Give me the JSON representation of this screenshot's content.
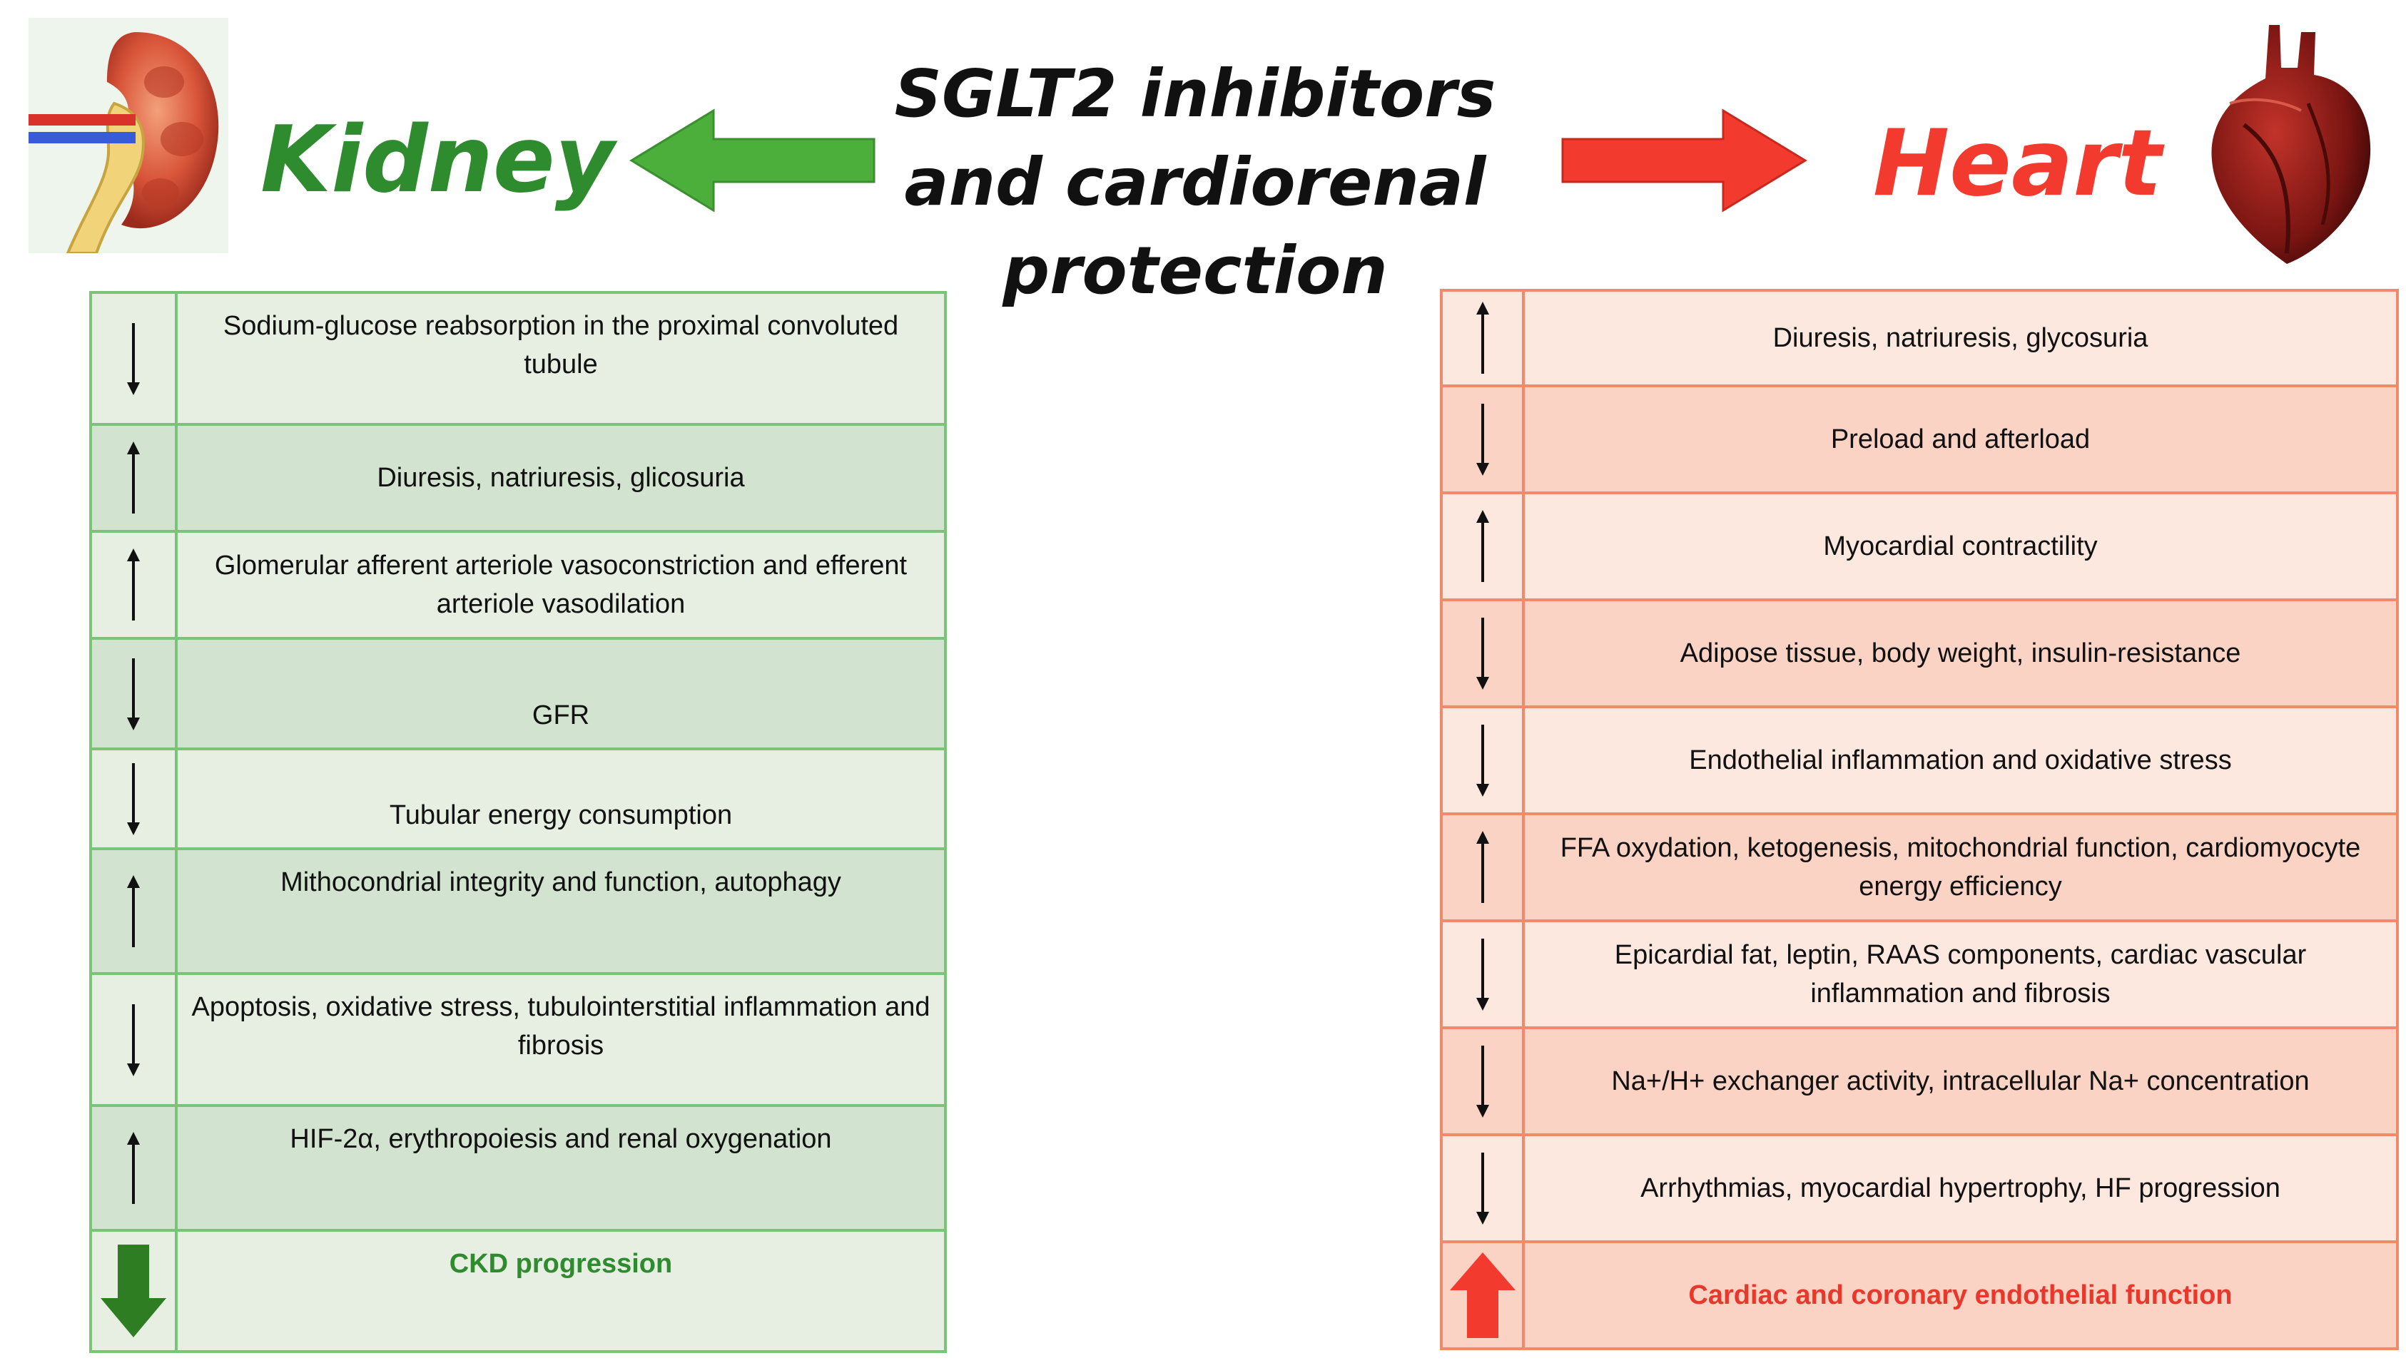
{
  "title": {
    "line1": "SGLT2 inhibitors",
    "line2": "and cardiorenal",
    "line3": "protection"
  },
  "kidney": {
    "label": "Kidney",
    "color": "#2e8b2e",
    "rows": [
      {
        "direction": "down",
        "text": "Sodium-glucose reabsorption in the proximal convoluted tubule"
      },
      {
        "direction": "up",
        "text": "Diuresis, natriuresis, glicosuria"
      },
      {
        "direction": "up",
        "text": "Glomerular afferent arteriole vasoconstriction and efferent arteriole vasodilation"
      },
      {
        "direction": "down",
        "text": "GFR"
      },
      {
        "direction": "down",
        "text": "Tubular energy consumption"
      },
      {
        "direction": "up",
        "text": "Mithocondrial integrity and function, autophagy"
      },
      {
        "direction": "down",
        "text": "Apoptosis, oxidative stress, tubulointerstitial inflammation and fibrosis"
      },
      {
        "direction": "up",
        "text": "HIF-2α, erythropoiesis and renal oxygenation"
      },
      {
        "direction": "down",
        "text": "CKD progression",
        "emphasis": true
      }
    ]
  },
  "heart": {
    "label": "Heart",
    "color": "#f23b2e",
    "rows": [
      {
        "direction": "up",
        "text": "Diuresis, natriuresis, glycosuria"
      },
      {
        "direction": "down",
        "text": "Preload and afterload"
      },
      {
        "direction": "up",
        "text": "Myocardial contractility"
      },
      {
        "direction": "down",
        "text": "Adipose tissue, body weight, insulin-resistance"
      },
      {
        "direction": "down",
        "text": "Endothelial inflammation and oxidative stress"
      },
      {
        "direction": "up",
        "text": "FFA oxydation, ketogenesis, mitochondrial function, cardiomyocyte energy efficiency"
      },
      {
        "direction": "down",
        "text": "Epicardial fat, leptin, RAAS components, cardiac vascular inflammation and fibrosis"
      },
      {
        "direction": "down",
        "text": "Na+/H+ exchanger activity, intracellular Na+ concentration"
      },
      {
        "direction": "down",
        "text": "Arrhythmias, myocardial hypertrophy, HF progression"
      },
      {
        "direction": "up",
        "text": "Cardiac and coronary endothelial function",
        "emphasis": true
      }
    ]
  },
  "colors": {
    "kidney_arrow": "#4caf3c",
    "heart_arrow": "#f23b2e",
    "kidney_border": "#7cc37a",
    "heart_border": "#f08a6b"
  }
}
